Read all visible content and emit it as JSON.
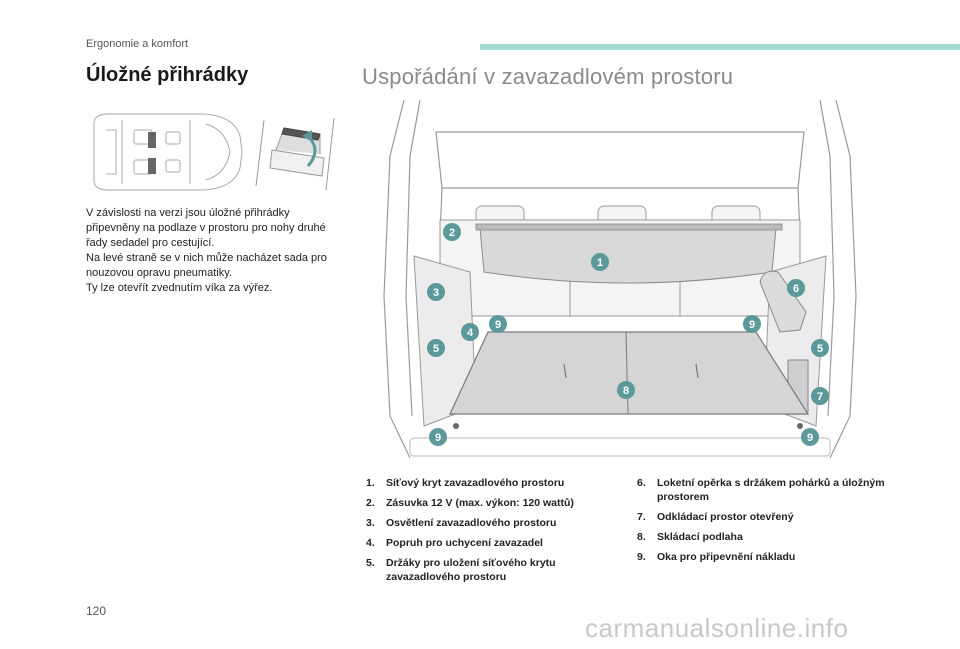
{
  "header": {
    "section": "Ergonomie a komfort",
    "accent_color": "#a6dbd7"
  },
  "left": {
    "heading": "Úložné přihrádky",
    "paragraphs": [
      "V závislosti na verzi jsou úložné přihrádky připevněny na podlaze v prostoru pro nohy druhé řady sedadel pro cestující.",
      "Na levé straně se v nich může nacházet sada pro nouzovou opravu pneumatiky.",
      "Ty lze otevřít zvednutím víka za výřez."
    ]
  },
  "right": {
    "heading": "Uspořádání v zavazadlovém prostoru",
    "marker_color": "#5b9a9b",
    "markers": [
      "1",
      "2",
      "3",
      "4",
      "5",
      "5",
      "6",
      "7",
      "8",
      "9",
      "9",
      "9",
      "9"
    ],
    "legend_left": [
      {
        "num": "1.",
        "label": "Síťový kryt zavazadlového prostoru"
      },
      {
        "num": "2.",
        "label": "Zásuvka 12 V (max. výkon: 120 wattů)"
      },
      {
        "num": "3.",
        "label": "Osvětlení zavazadlového prostoru"
      },
      {
        "num": "4.",
        "label": "Popruh pro uchycení zavazadel"
      },
      {
        "num": "5.",
        "label": "Držáky pro uložení síťového krytu zavazadlového prostoru"
      }
    ],
    "legend_right": [
      {
        "num": "6.",
        "label": "Loketní opěrka s držákem pohárků a úložným prostorem"
      },
      {
        "num": "7.",
        "label": "Odkládací prostor otevřený"
      },
      {
        "num": "8.",
        "label": "Skládací podlaha"
      },
      {
        "num": "9.",
        "label": "Oka pro připevnění nákladu"
      }
    ]
  },
  "footer": {
    "page_number": "120",
    "watermark": "carmanualsonline.info"
  }
}
